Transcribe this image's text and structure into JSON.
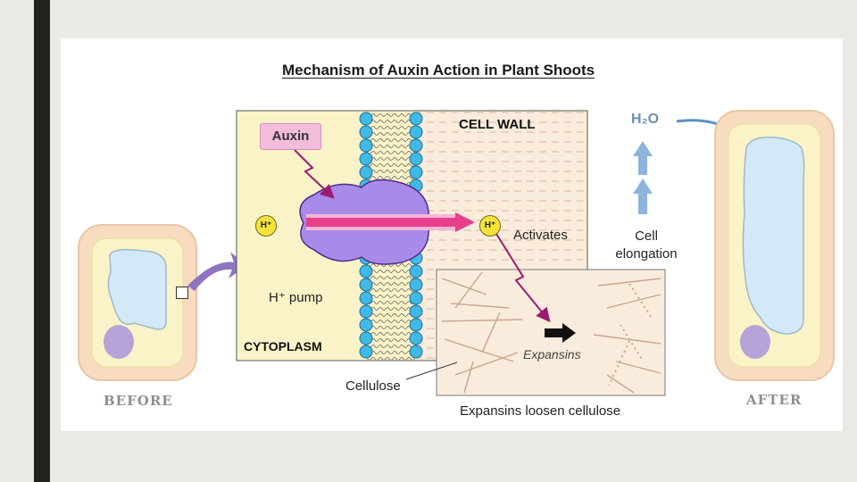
{
  "title": "Mechanism of Auxin Action in Plant Shoots",
  "labels": {
    "before": "BEFORE",
    "after": "AFTER",
    "cell_wall": "CELL WALL",
    "cytoplasm": "CYTOPLASM",
    "auxin": "Auxin",
    "h_ion": "H⁺",
    "h_pump": "H⁺ pump",
    "activates": "Activates",
    "cell_elongation": "Cell elongation",
    "cellulose": "Cellulose",
    "expansins": "Expansins",
    "expansins_loosen": "Expansins loosen cellulose",
    "water": "H₂O"
  },
  "colors": {
    "cell_outer": "#f7dcc0",
    "cell_inner": "#fbf3c8",
    "vacuole": "#d3e9f8",
    "nucleus": "#b6a4d8",
    "pump": "#a98ae8",
    "proton_arrow": "#e83e8c",
    "water_arrow": "#5b91c4",
    "membrane_head": "#41b9e6"
  }
}
